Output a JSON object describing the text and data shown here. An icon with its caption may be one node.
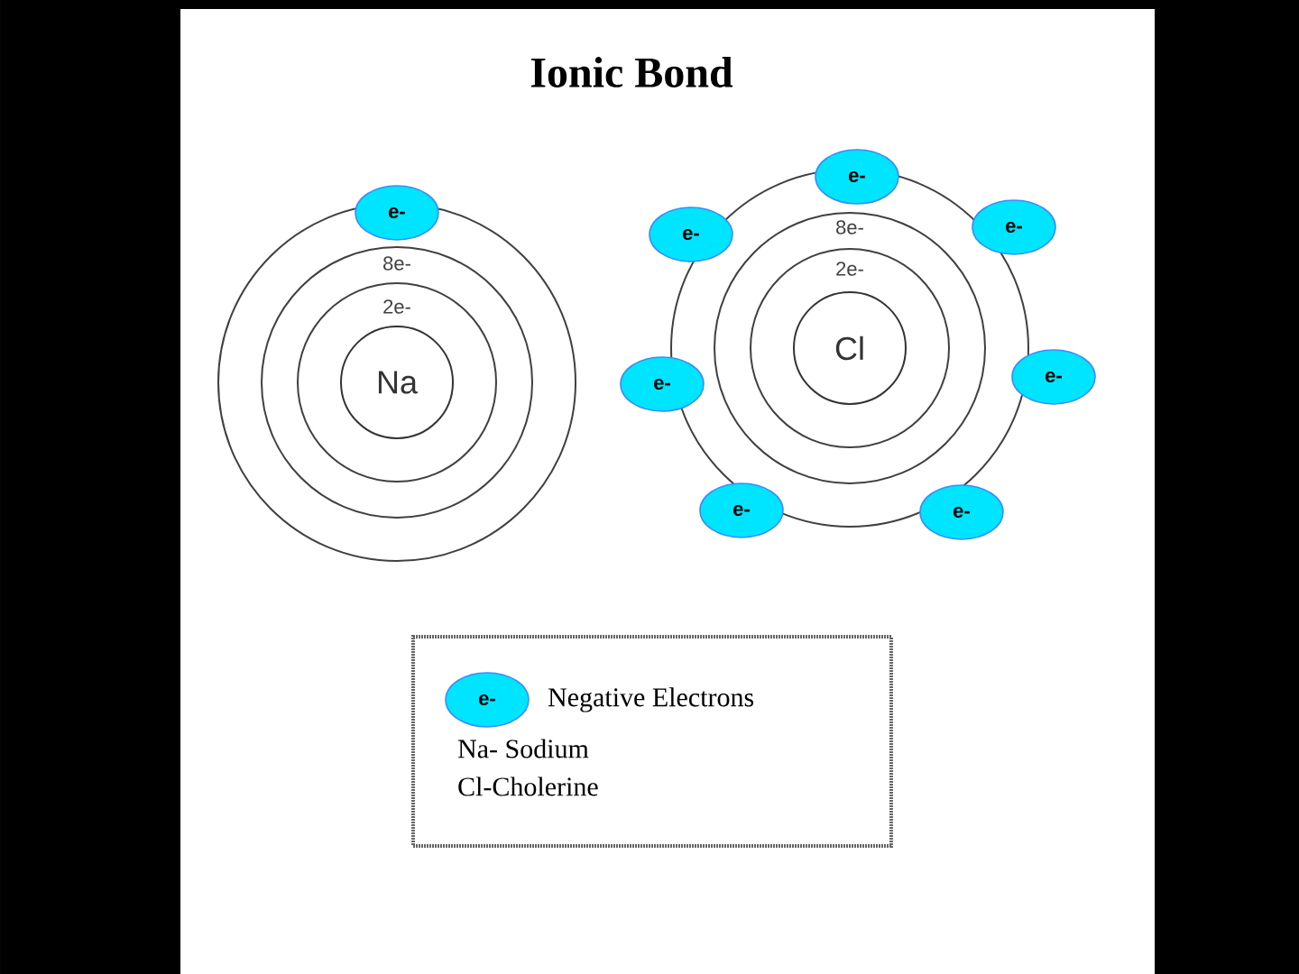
{
  "diagram": {
    "title": "Ionic Bond",
    "nodes": [
      {
        "text": [
          "Na"
        ]
      },
      {
        "text": [
          "e-"
        ]
      },
      {
        "text": [
          "Cl"
        ]
      },
      {
        "text": [
          "e-"
        ]
      },
      {
        "text": [
          "e-"
        ]
      },
      {
        "text": [
          "e-"
        ]
      },
      {
        "text": [
          "e-"
        ]
      },
      {
        "text": [
          "e-"
        ]
      },
      {
        "text": [
          "e-"
        ]
      },
      {
        "text": [
          "e-"
        ]
      },
      {
        "text": [
          "Negative Electrons",
          "Na- Sodium",
          "Cl-Cholerine"
        ]
      },
      {
        "text": [
          "e-"
        ],
        "in": 10
      }
    ],
    "labels": [
      "8e-",
      "2e-",
      "8e-",
      "2e-"
    ]
  }
}
